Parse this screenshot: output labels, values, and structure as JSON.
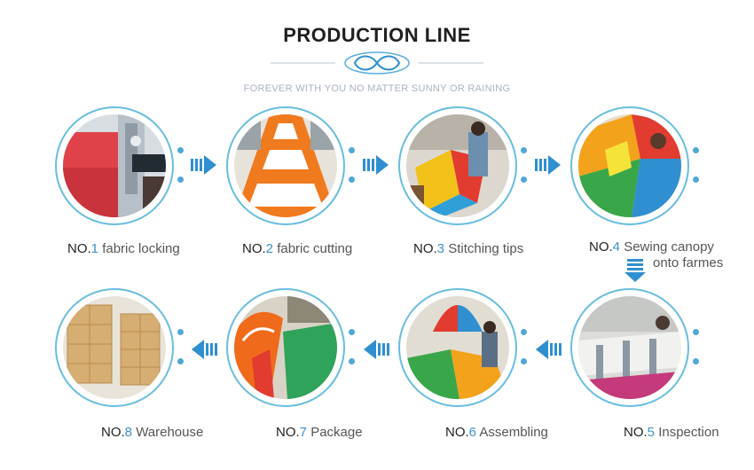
{
  "header": {
    "title": "PRODUCTION LINE",
    "subtitle": "FOREVER WITH YOU NO MATTER SUNNY OR RAINING"
  },
  "steps": [
    {
      "no": "NO.",
      "num": "1",
      "name": "fabric locking"
    },
    {
      "no": "NO.",
      "num": "2",
      "name": "fabric cutting"
    },
    {
      "no": "NO.",
      "num": "3",
      "name": "Stitching tips"
    },
    {
      "no": "NO.",
      "num": "4",
      "name": "Sewing canopy",
      "name2": "onto farmes"
    },
    {
      "no": "NO.",
      "num": "5",
      "name": "Inspection"
    },
    {
      "no": "NO.",
      "num": "6",
      "name": "Assembling"
    },
    {
      "no": "NO.",
      "num": "7",
      "name": "Package"
    },
    {
      "no": "NO.",
      "num": "8",
      "name": "Warehouse"
    }
  ],
  "colors": {
    "accent": "#3d92cc",
    "ring": "#69bde0",
    "arrow": "#2f8fd0"
  }
}
